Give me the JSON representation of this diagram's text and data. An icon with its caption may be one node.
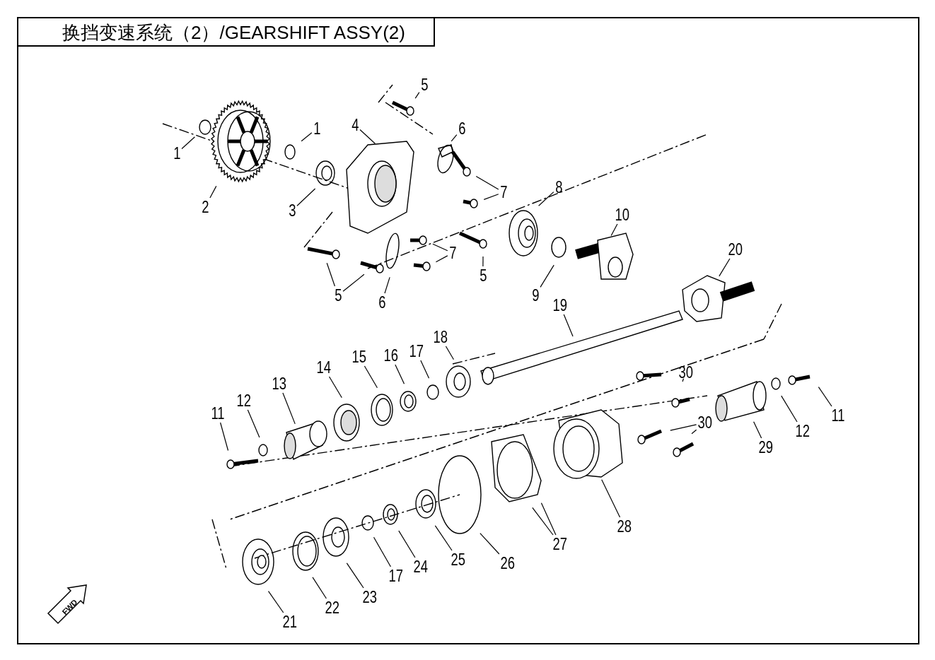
{
  "diagram": {
    "title": "换挡变速系统（2）/GEARSHIFT ASSY(2)",
    "nodes": [
      {
        "text": [
          "1"
        ]
      },
      {
        "text": [
          "1"
        ]
      },
      {
        "text": [
          "2"
        ]
      },
      {
        "text": [
          "3"
        ]
      },
      {
        "text": [
          "4"
        ]
      },
      {
        "text": [
          "5"
        ]
      },
      {
        "text": [
          "6"
        ]
      },
      {
        "text": [
          "7"
        ]
      },
      {
        "text": [
          "8"
        ]
      },
      {
        "text": [
          "10"
        ]
      },
      {
        "text": [
          "9"
        ]
      },
      {
        "text": [
          "5"
        ]
      },
      {
        "text": [
          "6"
        ]
      },
      {
        "text": [
          "7"
        ]
      },
      {
        "text": [
          "5"
        ]
      },
      {
        "text": [
          "20"
        ]
      },
      {
        "text": [
          "19"
        ]
      },
      {
        "text": [
          "18"
        ]
      },
      {
        "text": [
          "17"
        ]
      },
      {
        "text": [
          "16"
        ]
      },
      {
        "text": [
          "15"
        ]
      },
      {
        "text": [
          "14"
        ]
      },
      {
        "text": [
          "13"
        ]
      },
      {
        "text": [
          "12"
        ]
      },
      {
        "text": [
          "11"
        ]
      },
      {
        "text": [
          "30"
        ]
      },
      {
        "text": [
          "30"
        ]
      },
      {
        "text": [
          "11"
        ]
      },
      {
        "text": [
          "12"
        ]
      },
      {
        "text": [
          "29"
        ]
      },
      {
        "text": [
          "28"
        ]
      },
      {
        "text": [
          "27"
        ]
      },
      {
        "text": [
          "26"
        ]
      },
      {
        "text": [
          "25"
        ]
      },
      {
        "text": [
          "24"
        ]
      },
      {
        "text": [
          "17"
        ]
      },
      {
        "text": [
          "23"
        ]
      },
      {
        "text": [
          "22"
        ]
      },
      {
        "text": [
          "21"
        ]
      }
    ],
    "edges": [
      {
        "from": 0,
        "to": null,
        "arrow": "none"
      },
      {
        "from": 1,
        "to": null,
        "arrow": "none"
      },
      {
        "from": 2,
        "to": null,
        "arrow": "none"
      },
      {
        "from": 3,
        "to": null,
        "arrow": "none"
      },
      {
        "from": 4,
        "to": null,
        "arrow": "none"
      },
      {
        "from": 5,
        "to": null,
        "arrow": "none"
      },
      {
        "from": 6,
        "to": null,
        "arrow": "none"
      },
      {
        "from": 7,
        "to": null,
        "arrow": "none"
      },
      {
        "from": 7,
        "to": null,
        "arrow": "none"
      },
      {
        "from": 8,
        "to": null,
        "arrow": "none"
      },
      {
        "from": 9,
        "to": null,
        "arrow": "none"
      },
      {
        "from": 10,
        "to": null,
        "arrow": "none"
      },
      {
        "from": 11,
        "to": null,
        "arrow": "none"
      },
      {
        "from": 11,
        "to": null,
        "arrow": "none"
      },
      {
        "from": 12,
        "to": null,
        "arrow": "none"
      },
      {
        "from": 13,
        "to": null,
        "arrow": "none"
      },
      {
        "from": 13,
        "to": null,
        "arrow": "none"
      },
      {
        "from": 14,
        "to": null,
        "arrow": "none"
      },
      {
        "from": 15,
        "to": null,
        "arrow": "none"
      },
      {
        "from": 16,
        "to": null,
        "arrow": "none"
      },
      {
        "from": 17,
        "to": null,
        "arrow": "none"
      },
      {
        "from": 18,
        "to": null,
        "arrow": "none"
      },
      {
        "from": 19,
        "to": null,
        "arrow": "none"
      },
      {
        "from": 20,
        "to": null,
        "arrow": "none"
      },
      {
        "from": 21,
        "to": null,
        "arrow": "none"
      },
      {
        "from": 22,
        "to": null,
        "arrow": "none"
      },
      {
        "from": 23,
        "to": null,
        "arrow": "none"
      },
      {
        "from": 24,
        "to": null,
        "arrow": "none"
      },
      {
        "from": 25,
        "to": null,
        "arrow": "none"
      },
      {
        "from": 26,
        "to": null,
        "arrow": "none"
      },
      {
        "from": 26,
        "to": null,
        "arrow": "none"
      },
      {
        "from": 27,
        "to": null,
        "arrow": "none"
      },
      {
        "from": 28,
        "to": null,
        "arrow": "none"
      },
      {
        "from": 29,
        "to": null,
        "arrow": "none"
      },
      {
        "from": 30,
        "to": null,
        "arrow": "none"
      },
      {
        "from": 31,
        "to": null,
        "arrow": "none"
      },
      {
        "from": 31,
        "to": null,
        "arrow": "none"
      },
      {
        "from": 32,
        "to": null,
        "arrow": "none"
      },
      {
        "from": 33,
        "to": null,
        "arrow": "none"
      },
      {
        "from": 34,
        "to": null,
        "arrow": "none"
      },
      {
        "from": 35,
        "to": null,
        "arrow": "none"
      },
      {
        "from": 36,
        "to": null,
        "arrow": "none"
      },
      {
        "from": 37,
        "to": null,
        "arrow": "none"
      },
      {
        "from": 38,
        "to": null,
        "arrow": "none"
      }
    ],
    "labels": [
      "FWD"
    ]
  }
}
